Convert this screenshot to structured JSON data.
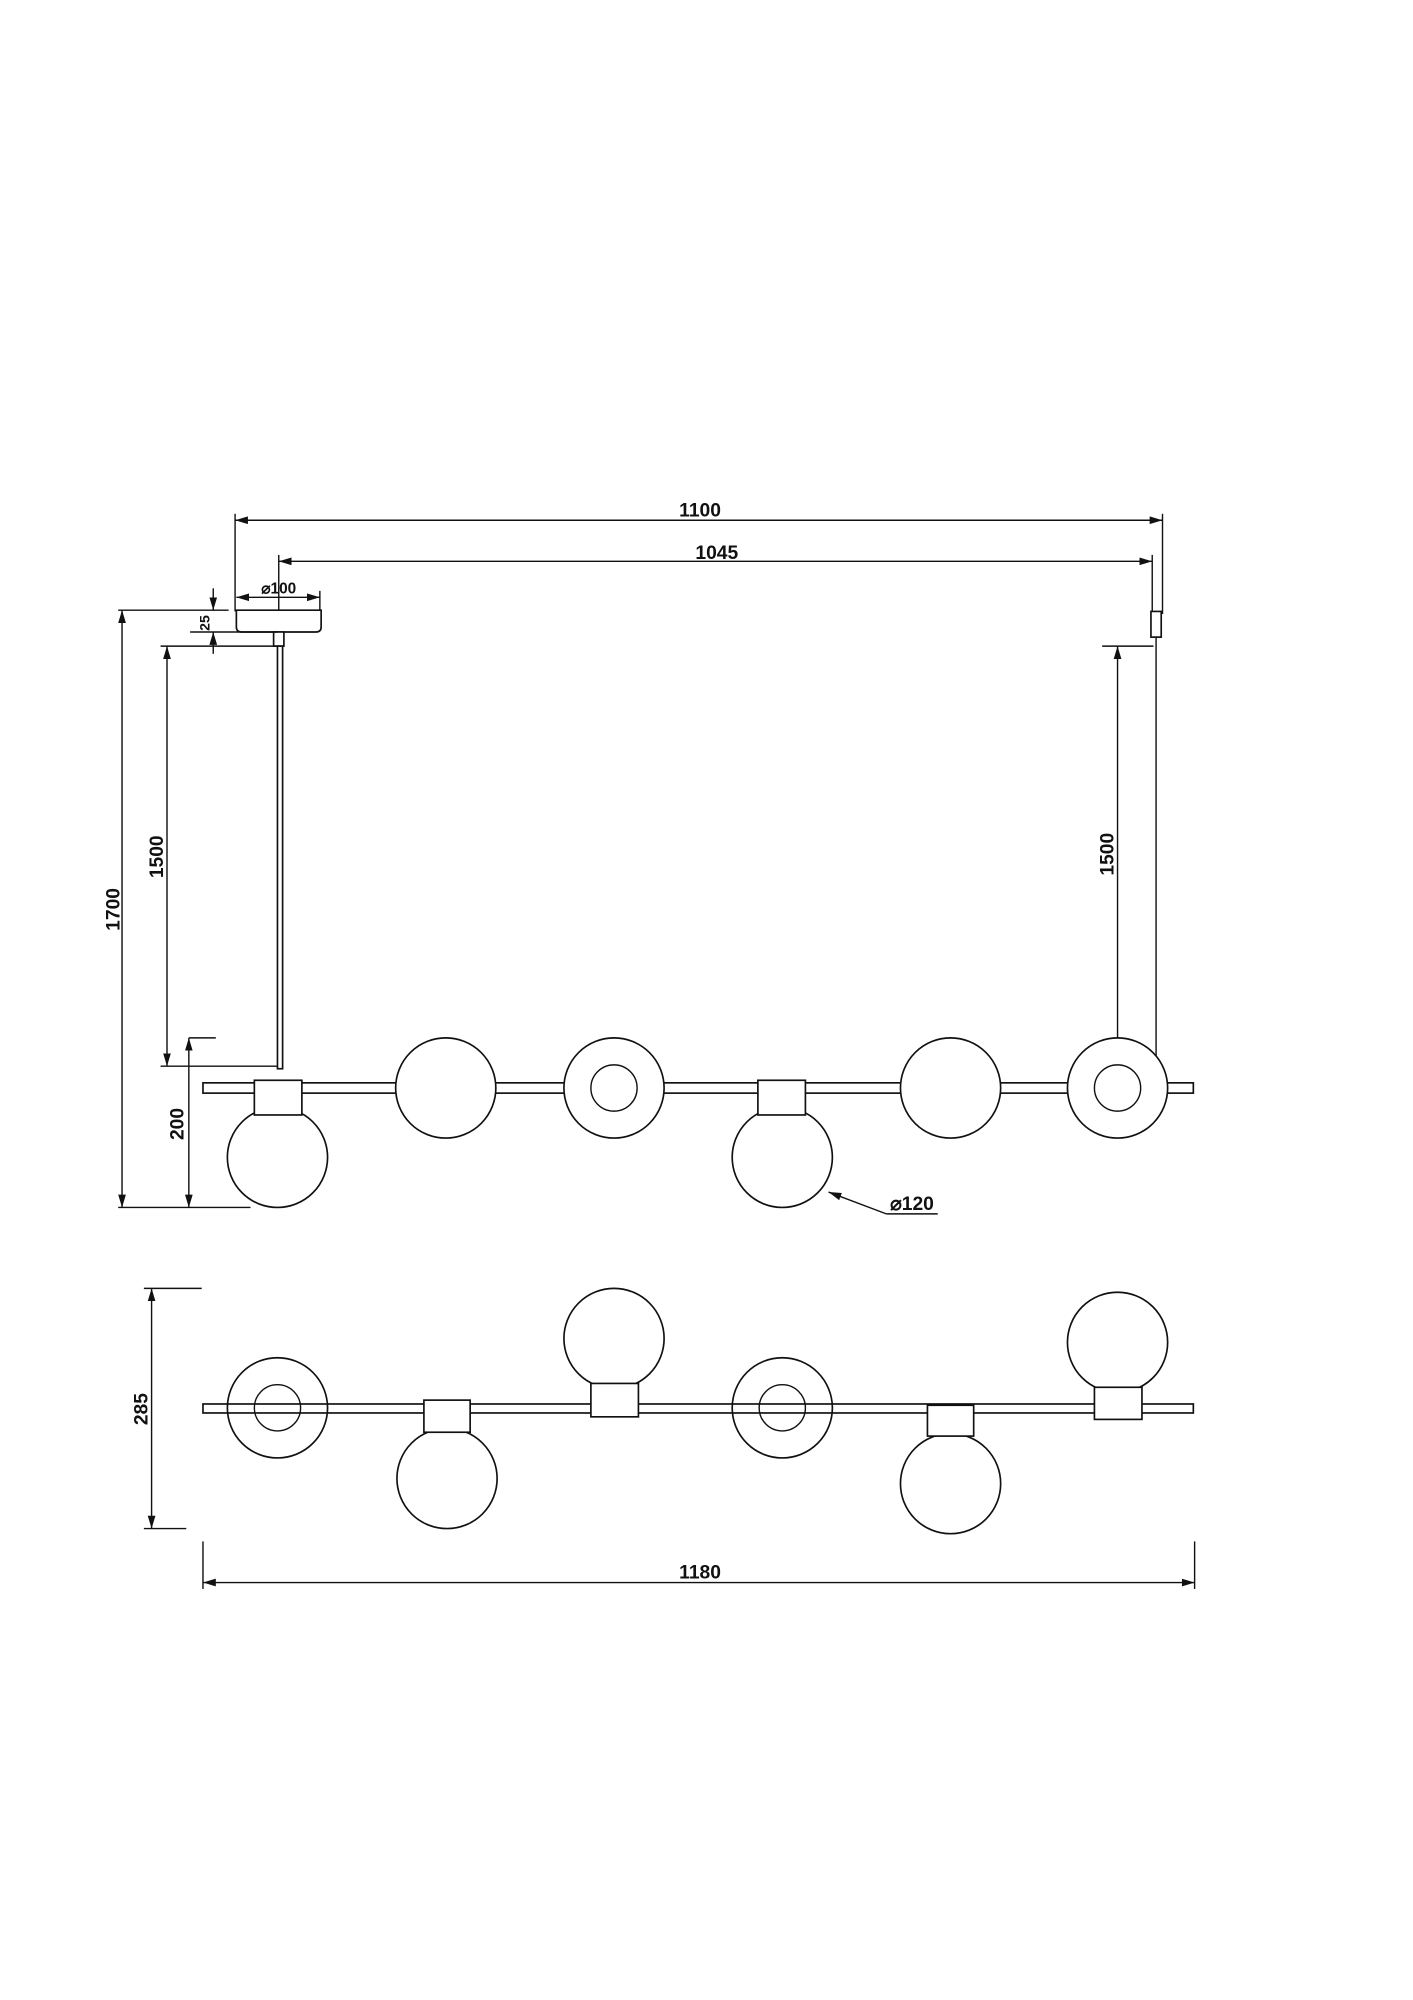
{
  "drawing": {
    "front_view": {
      "overall_width": "1100",
      "mount_span": "1045",
      "canopy_diameter": "⌀100",
      "canopy_height": "25",
      "total_height": "1700",
      "cable_length_left": "1500",
      "cable_length_right": "1500",
      "fixture_drop": "200",
      "globe_diameter": "⌀120"
    },
    "plan_view": {
      "depth": "285",
      "bar_length": "1180"
    }
  }
}
